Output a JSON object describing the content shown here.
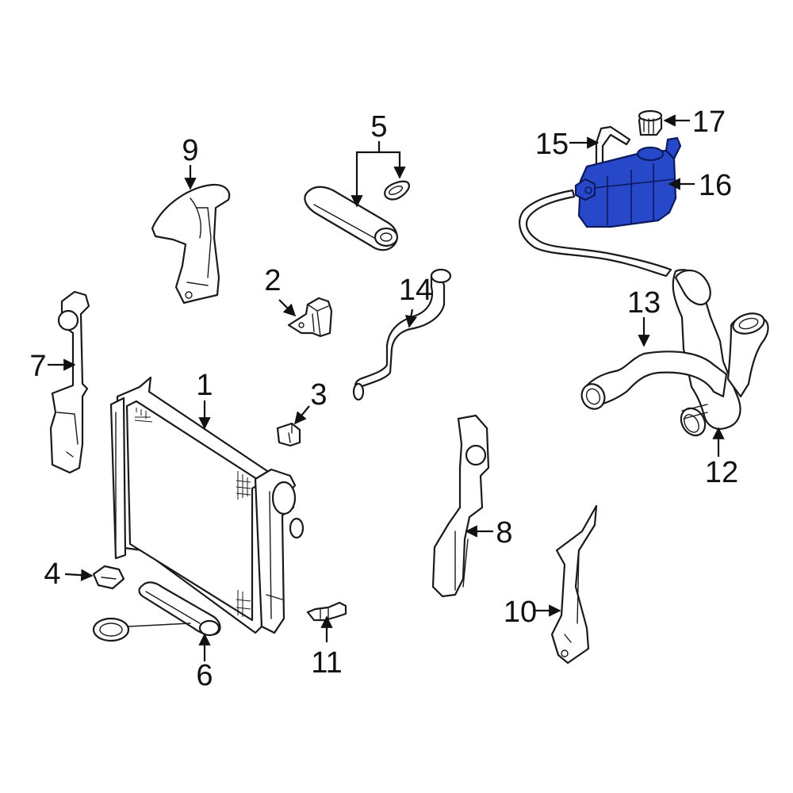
{
  "diagram": {
    "highlight_color": "#2748c9",
    "callouts": [
      {
        "id": "c1",
        "label": "1"
      },
      {
        "id": "c2",
        "label": "2"
      },
      {
        "id": "c3",
        "label": "3"
      },
      {
        "id": "c4",
        "label": "4"
      },
      {
        "id": "c5",
        "label": "5"
      },
      {
        "id": "c6",
        "label": "6"
      },
      {
        "id": "c7",
        "label": "7"
      },
      {
        "id": "c8",
        "label": "8"
      },
      {
        "id": "c9",
        "label": "9"
      },
      {
        "id": "c10",
        "label": "10"
      },
      {
        "id": "c11",
        "label": "11"
      },
      {
        "id": "c12",
        "label": "12"
      },
      {
        "id": "c13",
        "label": "13"
      },
      {
        "id": "c14",
        "label": "14"
      },
      {
        "id": "c15",
        "label": "15"
      },
      {
        "id": "c16",
        "label": "16"
      },
      {
        "id": "c17",
        "label": "17"
      }
    ]
  }
}
